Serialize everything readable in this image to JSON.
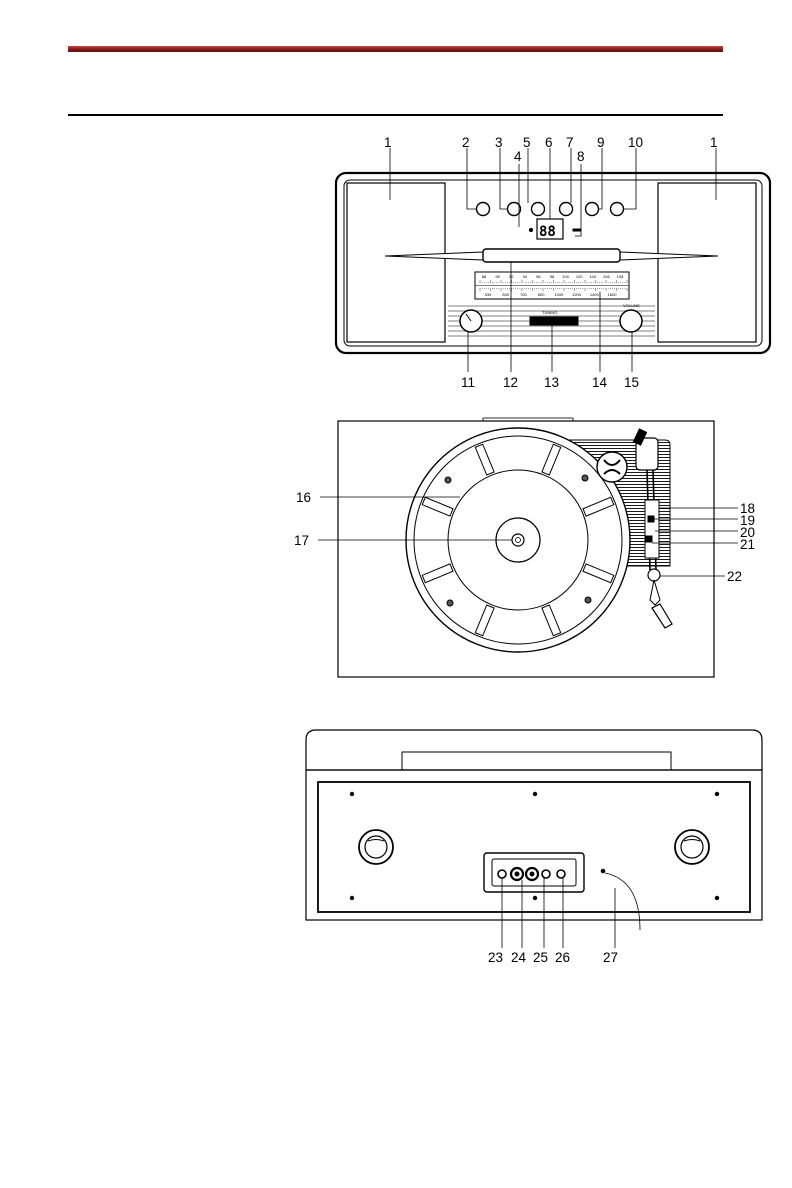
{
  "colors": {
    "header_bar": "#8b1a1a",
    "line": "#000000",
    "fill": "#ffffff"
  },
  "front_panel": {
    "callouts": {
      "speaker_left": "1",
      "play_pause": "2",
      "stop": "3",
      "indicator": "4",
      "power": "5",
      "display": "6",
      "skip_forward": "7",
      "stand_by": "8",
      "skip_back": "9",
      "eject": "10",
      "function_knob": "11",
      "cd_slot": "12",
      "tuning_knob": "13",
      "radio_dial": "14",
      "volume_knob": "15",
      "speaker_right": "1"
    },
    "display_digits": "88",
    "tuning_label": "TUNING",
    "volume_label": "VOLUME",
    "fm_scale": [
      "88",
      "90",
      "92",
      "94",
      "96",
      "98",
      "100",
      "102",
      "104",
      "106",
      "108"
    ],
    "am_scale": [
      "530",
      "600",
      "700",
      "800",
      "1000",
      "1200",
      "1400",
      "1600"
    ]
  },
  "turntable": {
    "callouts": {
      "platter": "16",
      "spindle": "17",
      "speed_switch": "18",
      "auto_stop": "19",
      "lift_lever": "20",
      "tonearm_rest": "21",
      "tonearm": "22"
    }
  },
  "rear_panel": {
    "callouts": {
      "fm_antenna": "23",
      "line_out": "24",
      "aux_in": "25",
      "phono_out": "26",
      "power_cord": "27"
    }
  }
}
